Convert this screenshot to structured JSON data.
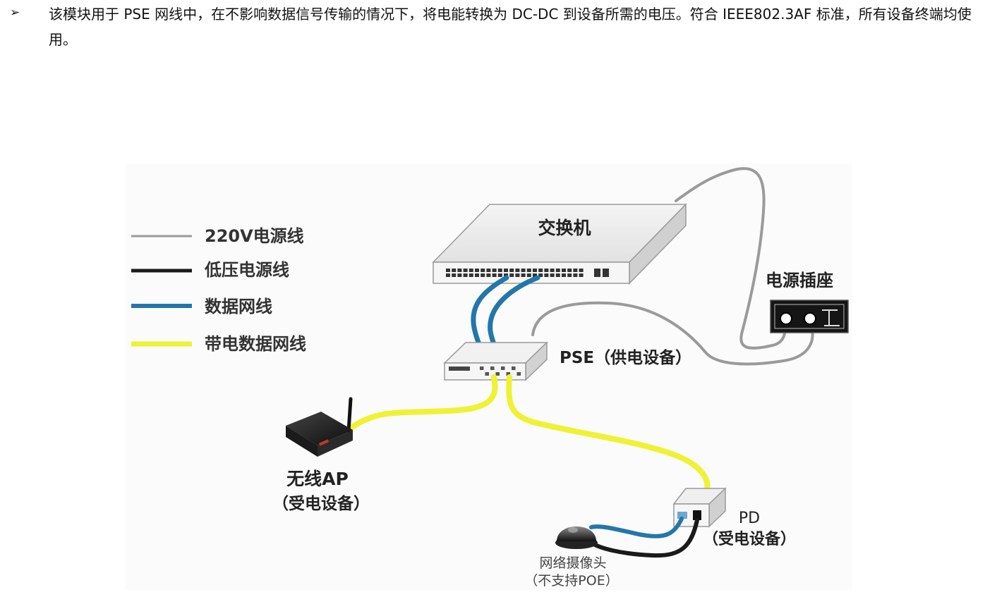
{
  "intro": {
    "bullet": "➢",
    "text": "该模块用于 PSE 网线中，在不影响数据信号传输的情况下，将电能转换为 DC-DC 到设备所需的电压。符合 IEEE802.3AF 标准，所有设备终端均使用。"
  },
  "legend": [
    {
      "label": "220V电源线",
      "color": "#9a9a9a"
    },
    {
      "label": "低压电源线",
      "color": "#1a1a1a"
    },
    {
      "label": "数据网线",
      "color": "#2277aa"
    },
    {
      "label": "带电数据网线",
      "color": "#eef233"
    }
  ],
  "nodes": {
    "switch": "交换机",
    "socket": "电源插座",
    "pse": "PSE（供电设备）",
    "ap_line1": "无线AP",
    "ap_line2": "（受电设备）",
    "pd_line1": "PD",
    "pd_line2": "（受电设备）",
    "camera_line1": "网络摄像头",
    "camera_line2": "（不支持POE）"
  },
  "colors": {
    "power_220v": "#9a9a9a",
    "low_voltage": "#1a1a1a",
    "data": "#2277aa",
    "poe": "#eef233"
  }
}
